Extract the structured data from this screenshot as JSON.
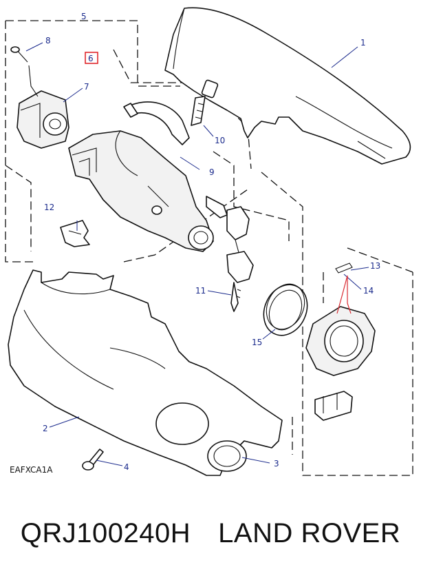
{
  "diagram": {
    "reference_code": "EAFXCA1A",
    "callouts": [
      "1",
      "2",
      "3",
      "4",
      "5",
      "6",
      "7",
      "8",
      "9",
      "10",
      "11",
      "12",
      "13",
      "14",
      "15"
    ],
    "highlighted_callout": "6",
    "highlight_color": "#e0262b",
    "callout_color": "#1a2a8c"
  },
  "caption": {
    "part_number": "QRJ100240H",
    "brand": "LAND ROVER"
  }
}
